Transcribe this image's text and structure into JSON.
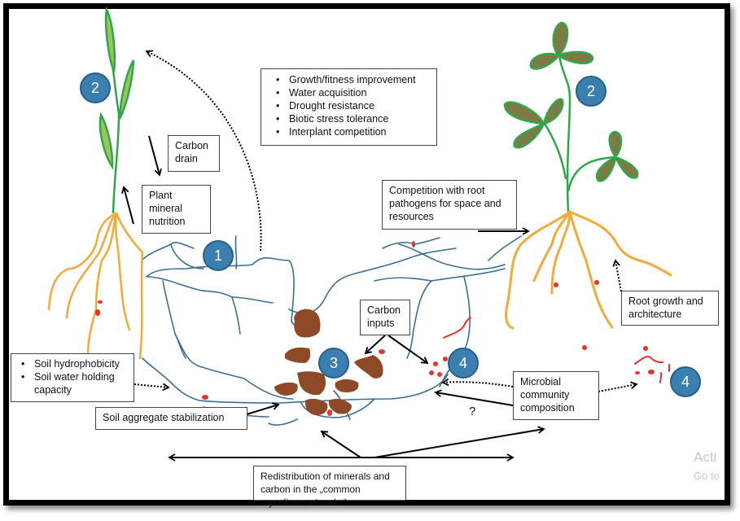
{
  "diagram": {
    "title": "Functions of arbuscular mycorrhizal fungi / common mycelium networks",
    "colors": {
      "hyphae": "#3a6f96",
      "roots": "#f5a93a",
      "stem": "#2fa84a",
      "leaf_grass": "#9dc45a",
      "leaf_clover": "#7f7a45",
      "soil_aggregate": "#8e4a26",
      "bacteria": "#e8332d",
      "badge": "#3a7fb0"
    },
    "badges": [
      {
        "id": "1",
        "label": "1"
      },
      {
        "id": "2-left",
        "label": "2"
      },
      {
        "id": "2-right",
        "label": "2"
      },
      {
        "id": "3",
        "label": "3"
      },
      {
        "id": "4-center",
        "label": "4"
      },
      {
        "id": "4-right",
        "label": "4"
      }
    ],
    "labels": {
      "benefits": [
        "Growth/fitness improvement",
        "Water acquisition",
        "Drought resistance",
        "Biotic stress tolerance",
        "Interplant competition"
      ],
      "carbon_drain": "Carbon drain",
      "plant_mineral_nutrition": "Plant mineral nutrition",
      "competition": "Competition with root pathogens for space and resources",
      "root_growth": "Root growth and architecture",
      "soil_water": [
        "Soil hydrophobicity",
        "Soil water holding capacity"
      ],
      "soil_aggregate": "Soil aggregate stabilization",
      "carbon_inputs": "Carbon inputs",
      "microbial": "Microbial community composition",
      "redistribution": "Redistribution of minerals and carbon in the „common mycelium networks“",
      "question_mark": "?"
    },
    "watermark": {
      "line1": "Acti",
      "line2": "Go to"
    }
  }
}
